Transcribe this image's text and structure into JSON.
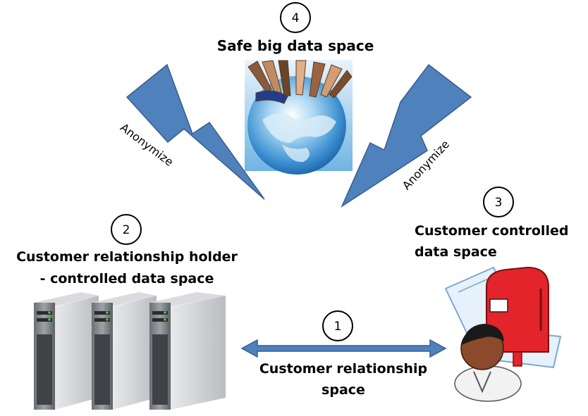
{
  "steps": {
    "safe_space": {
      "number": "4",
      "title": "Safe big data space"
    },
    "holder": {
      "number": "2",
      "title_line1": "Customer relationship holder",
      "title_line2": "- controlled data space"
    },
    "customer": {
      "number": "3",
      "title_line1": "Customer controlled",
      "title_line2": "data space"
    },
    "relationship": {
      "number": "1",
      "title_line1": "Customer relationship",
      "title_line2": "space"
    }
  },
  "flows": {
    "left_label": "Anonymize",
    "right_label": "Anonymize"
  },
  "icons": {
    "globe": "globe-hands-image",
    "servers": "server-rack-icon",
    "customer": "customer-mailbox-icon"
  },
  "colors": {
    "bolt_fill": "#4F81BD",
    "bolt_stroke": "#385D8A",
    "arrow_fill": "#4F81BD",
    "mailbox_red": "#E3242B"
  }
}
